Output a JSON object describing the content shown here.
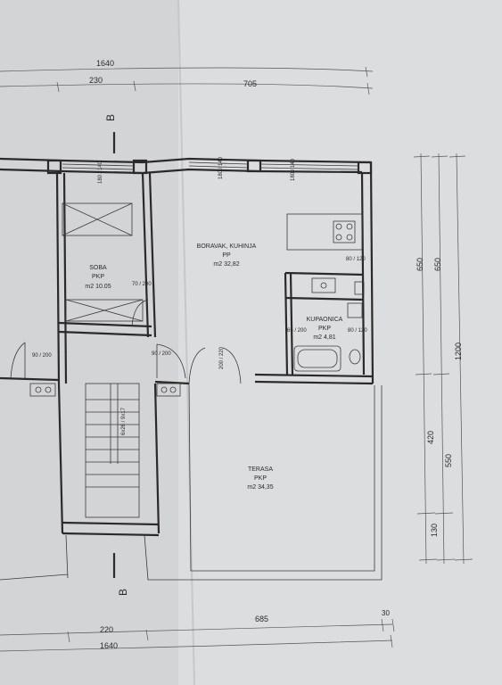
{
  "dimensions": {
    "top_total": "1640",
    "top_left": "230",
    "top_right": "705",
    "bottom_total": "1640",
    "bottom_left": "220",
    "bottom_right": "685",
    "bottom_small": "30",
    "right_650a": "650",
    "right_650b": "650",
    "right_1200": "1200",
    "right_420": "420",
    "right_550": "550",
    "right_130": "130"
  },
  "section_marks": {
    "top": "B",
    "bottom": "B"
  },
  "rooms": {
    "soba": {
      "name": "SOBA",
      "floor": "PKP",
      "area": "m2 10.05"
    },
    "boravak": {
      "name": "BORAVAK, KUHINJA",
      "floor": "PP",
      "area": "m2 32,82"
    },
    "kupaonica": {
      "name": "KUPAONICA",
      "floor": "PKP",
      "area": "m2 4,81"
    },
    "terasa": {
      "name": "TERASA",
      "floor": "PKP",
      "area": "m2 34,35"
    }
  },
  "openings": {
    "win_soba": "180 / 140",
    "win_boravak_1": "180 / 140",
    "win_boravak_2": "180 / 140",
    "door_soba": "70 / 200",
    "door_left": "90 / 200",
    "door_hall": "90 / 200",
    "door_balcony": "200 / 220",
    "door_kitchen": "80 / 120",
    "door_bath": "65 / 200",
    "win_bath": "80 / 120",
    "stairs": "6x26 / 9x17"
  },
  "colors": {
    "paper": "#d9dadb",
    "line": "#2a2a2a"
  }
}
